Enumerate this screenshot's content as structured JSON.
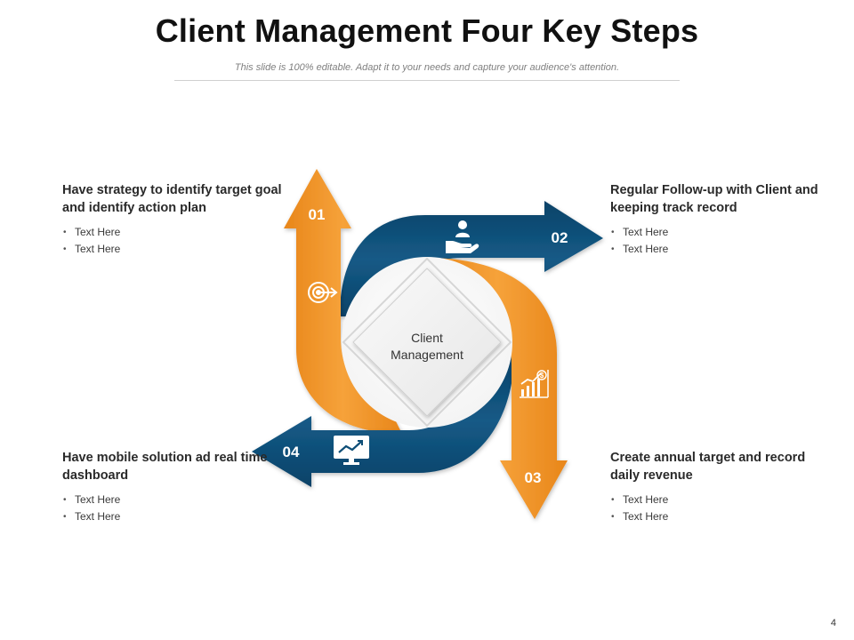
{
  "title": "Client Management Four Key Steps",
  "subtitle": "This slide is 100% editable. Adapt it to your needs and capture your audience's attention.",
  "center": {
    "line1": "Client",
    "line2": "Management"
  },
  "steps": [
    {
      "number": "01",
      "icon": "target-icon",
      "heading": "Have strategy to identify target goal and identify action plan",
      "bullets": [
        "Text Here",
        "Text Here"
      ]
    },
    {
      "number": "02",
      "icon": "hand-user-icon",
      "heading": "Regular Follow-up with Client and keeping track record",
      "bullets": [
        "Text Here",
        "Text Here"
      ]
    },
    {
      "number": "03",
      "icon": "growth-chart-dollar-icon",
      "heading": "Create annual target and record daily revenue",
      "bullets": [
        "Text Here",
        "Text Here"
      ]
    },
    {
      "number": "04",
      "icon": "monitor-chart-icon",
      "heading": "Have mobile solution ad real time dashboard",
      "bullets": [
        "Text Here",
        "Text Here"
      ]
    }
  ],
  "colors": {
    "orange": "#F39422",
    "blue": "#0E4E77"
  },
  "page_number": "4"
}
